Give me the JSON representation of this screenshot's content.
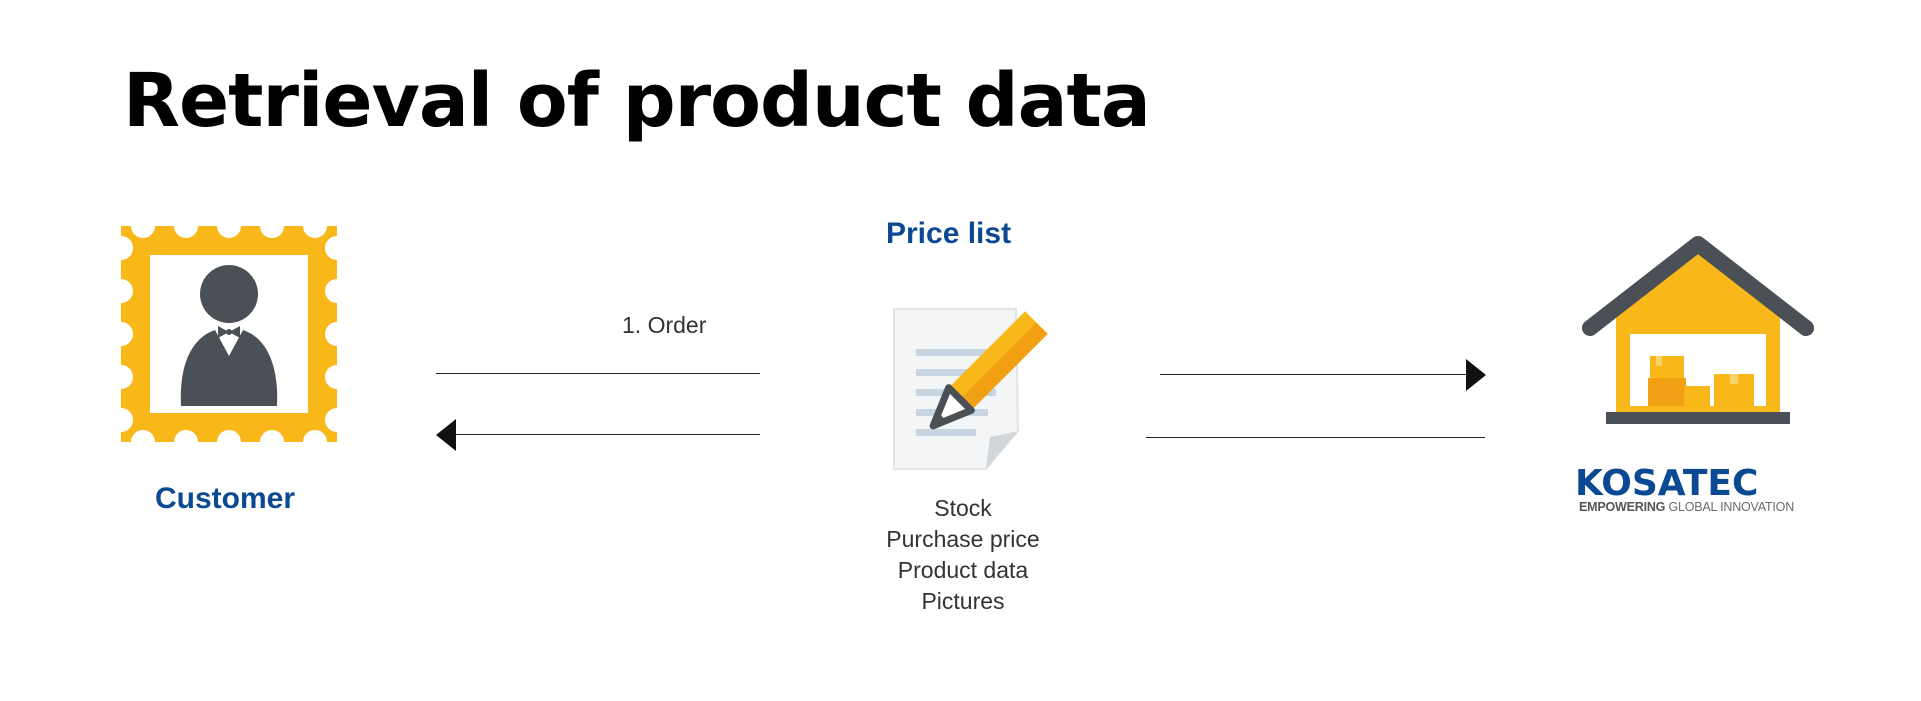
{
  "title": "Retrieval of product data",
  "customer": {
    "label": "Customer",
    "icon": "customer-stamp-icon"
  },
  "price_list": {
    "label": "Price list",
    "icon": "document-pencil-icon",
    "items": [
      "Stock",
      "Purchase price",
      "Product data",
      "Pictures"
    ]
  },
  "flow": {
    "order_label": "1. Order"
  },
  "supplier": {
    "icon": "warehouse-icon",
    "logo_text": "KOSATEC",
    "tagline_bold": "EMPOWERING",
    "tagline_rest": " GLOBAL INNOVATION"
  },
  "colors": {
    "accent_yellow": "#f9b819",
    "dark_gray": "#4a5056",
    "label_blue": "#0b4a93"
  }
}
